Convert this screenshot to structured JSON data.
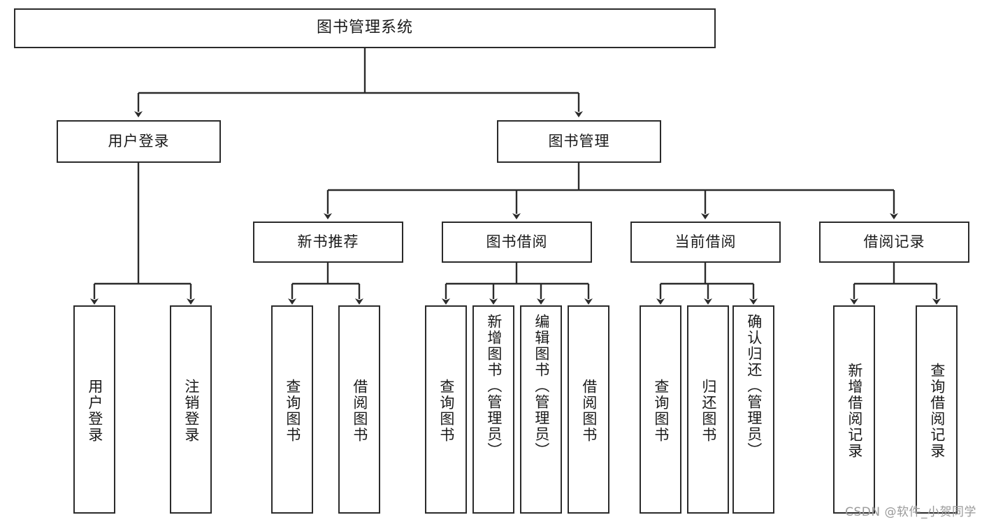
{
  "diagram": {
    "title": "图书管理系统",
    "type": "hierarchy-tree",
    "root": {
      "label": "图书管理系统"
    },
    "level2": [
      {
        "id": "user-login",
        "label": "用户登录"
      },
      {
        "id": "book-management",
        "label": "图书管理"
      }
    ],
    "level3": [
      {
        "id": "new-book-recommend",
        "label": "新书推荐",
        "parent": "book-management"
      },
      {
        "id": "book-borrow",
        "label": "图书借阅",
        "parent": "book-management"
      },
      {
        "id": "current-borrow",
        "label": "当前借阅",
        "parent": "book-management"
      },
      {
        "id": "borrow-record",
        "label": "借阅记录",
        "parent": "book-management"
      }
    ],
    "leaves": [
      {
        "id": "leaf-user-login",
        "label": "用户登录",
        "parent": "user-login"
      },
      {
        "id": "leaf-logout",
        "label": "注销登录",
        "parent": "user-login"
      },
      {
        "id": "leaf-query-book-1",
        "label": "查询图书",
        "parent": "new-book-recommend"
      },
      {
        "id": "leaf-borrow-book-1",
        "label": "借阅图书",
        "parent": "new-book-recommend"
      },
      {
        "id": "leaf-query-book-2",
        "label": "查询图书",
        "parent": "book-borrow"
      },
      {
        "id": "leaf-add-book",
        "label": "新增图书（管理员）",
        "parent": "book-borrow"
      },
      {
        "id": "leaf-edit-book",
        "label": "编辑图书（管理员）",
        "parent": "book-borrow"
      },
      {
        "id": "leaf-borrow-book-2",
        "label": "借阅图书",
        "parent": "book-borrow"
      },
      {
        "id": "leaf-query-book-3",
        "label": "查询图书",
        "parent": "current-borrow"
      },
      {
        "id": "leaf-return-book",
        "label": "归还图书",
        "parent": "current-borrow"
      },
      {
        "id": "leaf-confirm-return",
        "label": "确认归还（管理员）",
        "parent": "current-borrow"
      },
      {
        "id": "leaf-add-record",
        "label": "新增借阅记录",
        "parent": "borrow-record"
      },
      {
        "id": "leaf-query-record",
        "label": "查询借阅记录",
        "parent": "borrow-record"
      }
    ]
  },
  "watermark": {
    "text": "CSDN @软件_小贺同学"
  },
  "colors": {
    "border": "#2b2b2b",
    "text": "#1a1a1a",
    "background": "#ffffff",
    "watermark": "#9a9a9a"
  }
}
